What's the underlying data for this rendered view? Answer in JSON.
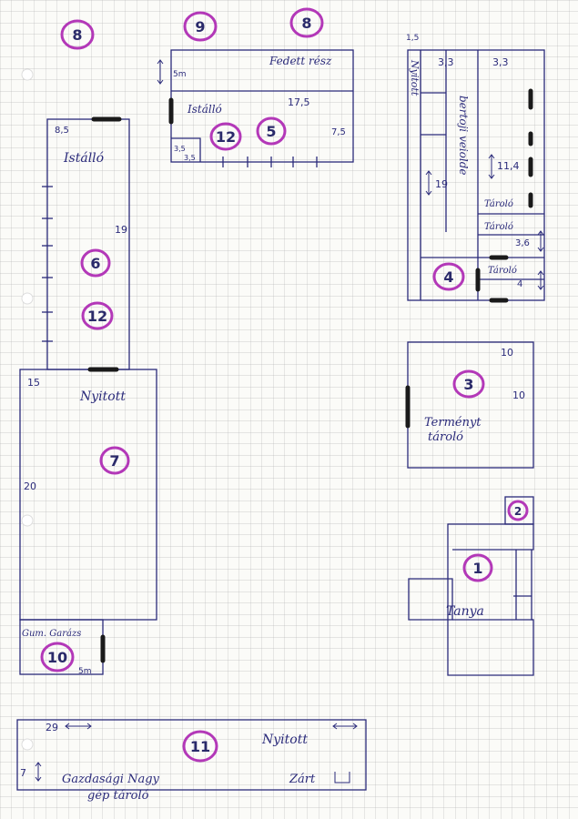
{
  "colors": {
    "grid": "#b9b9b9",
    "ink": "#2a2a7a",
    "marker": "#1a1a1a",
    "circle": "#b338b8",
    "paper": "#fbfbf8"
  },
  "labels": {
    "c8a": "8",
    "c9": "9",
    "c8b": "8",
    "fedett_resz": "Fedett rész",
    "d_5m": "5m",
    "istallo_top": "Istálló",
    "d_17_5": "17,5",
    "c12_top": "12",
    "c5": "5",
    "d_7_5": "7,5",
    "d_3_5a": "3,5",
    "d_3_5b": "3,5",
    "d_8_5": "8,5",
    "istallo_left": "Istálló",
    "d_19": "19",
    "c6": "6",
    "c12_left": "12",
    "d_15": "15",
    "nyitott_7": "Nyitott",
    "c7": "7",
    "d_20": "20",
    "gumi_garazs": "Gum. Garázs",
    "c10": "10",
    "d_5m_b": "5m",
    "d_1_5": "1,5",
    "nyitott_r": "Nyitott",
    "d_3_3a": "3,3",
    "d_3_3b": "3,3",
    "bertoji_veiolde": "bertoji veiolde",
    "d_19_r": "19",
    "d_11_4": "11,4",
    "tarolo_a": "Tároló",
    "tarolo_b": "Tároló",
    "d_3_6": "3,6",
    "tarolo_c": "Tároló",
    "d_4": "4",
    "c4": "4",
    "d_10a": "10",
    "d_10b": "10",
    "c3": "3",
    "termeny_tarolo_1": "Terményt",
    "termeny_tarolo_2": "tároló",
    "c2": "2",
    "c1": "1",
    "tanya": "Tanya",
    "d_29": "29",
    "c11": "11",
    "nyitott_11": "Nyitott",
    "d_7": "7",
    "gazdasagi_1": "Gazdasági Nagy",
    "gazdasagi_2": "gép tároló",
    "zart": "Zárt"
  }
}
